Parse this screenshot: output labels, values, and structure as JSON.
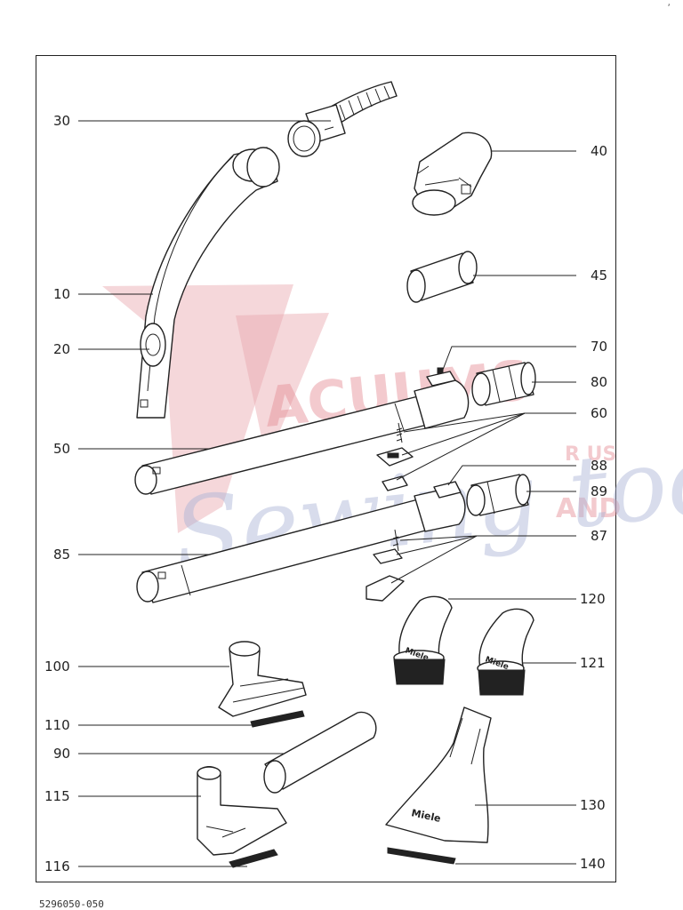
{
  "labels": {
    "p10": "10",
    "p20": "20",
    "p30": "30",
    "p40": "40",
    "p45": "45",
    "p50": "50",
    "p60": "60",
    "p70": "70",
    "p80": "80",
    "p85": "85",
    "p87": "87",
    "p88": "88",
    "p89": "89",
    "p90": "90",
    "p100": "100",
    "p110": "110",
    "p115": "115",
    "p116": "116",
    "p120": "120",
    "p121": "121",
    "p130": "130",
    "p140": "140"
  },
  "brand_marks": {
    "brush_1": "Miele",
    "brush_2": "Miele",
    "crevice_nozzle": "Miele"
  },
  "watermark": {
    "line1": "ACUUMS",
    "line2": "Sewing too",
    "rus": "R US",
    "and": "AND"
  },
  "footer": {
    "doc_number": "5296050-050"
  }
}
